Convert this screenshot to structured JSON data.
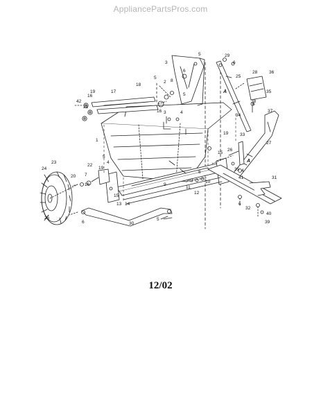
{
  "watermark": "AppliancePartsPros.com",
  "date_code": "12/02",
  "callouts": [
    {
      "id": "c1",
      "text": "1"
    },
    {
      "id": "c2",
      "text": "2"
    },
    {
      "id": "c3",
      "text": "3"
    },
    {
      "id": "c3b",
      "text": "3"
    },
    {
      "id": "c4",
      "text": "4"
    },
    {
      "id": "c4b",
      "text": "4"
    },
    {
      "id": "c4c",
      "text": "4"
    },
    {
      "id": "c5",
      "text": "5"
    },
    {
      "id": "c5b",
      "text": "5"
    },
    {
      "id": "c5c",
      "text": "5"
    },
    {
      "id": "c5d",
      "text": "5"
    },
    {
      "id": "c5e",
      "text": "5"
    },
    {
      "id": "c6",
      "text": "6"
    },
    {
      "id": "c6b",
      "text": "6"
    },
    {
      "id": "c6c",
      "text": "6"
    },
    {
      "id": "c6d",
      "text": "6"
    },
    {
      "id": "c6e",
      "text": "6"
    },
    {
      "id": "c7",
      "text": "7"
    },
    {
      "id": "c8",
      "text": "8"
    },
    {
      "id": "c8b",
      "text": "8"
    },
    {
      "id": "c9",
      "text": "9"
    },
    {
      "id": "c10",
      "text": "10"
    },
    {
      "id": "c11",
      "text": "11"
    },
    {
      "id": "c12",
      "text": "12"
    },
    {
      "id": "c13",
      "text": "13"
    },
    {
      "id": "c14",
      "text": "14"
    },
    {
      "id": "c15",
      "text": "15"
    },
    {
      "id": "c15b",
      "text": "15"
    },
    {
      "id": "c16",
      "text": "16"
    },
    {
      "id": "c16b",
      "text": "16"
    },
    {
      "id": "c16c",
      "text": "16"
    },
    {
      "id": "c17",
      "text": "17"
    },
    {
      "id": "c18",
      "text": "18"
    },
    {
      "id": "c19",
      "text": "19"
    },
    {
      "id": "c19b",
      "text": "19"
    },
    {
      "id": "c19c",
      "text": "19"
    },
    {
      "id": "c20",
      "text": "20"
    },
    {
      "id": "c21",
      "text": "21"
    },
    {
      "id": "c22",
      "text": "22"
    },
    {
      "id": "c23",
      "text": "23"
    },
    {
      "id": "c24",
      "text": "24"
    },
    {
      "id": "c25",
      "text": "25"
    },
    {
      "id": "c25b",
      "text": "25"
    },
    {
      "id": "c26",
      "text": "26"
    },
    {
      "id": "c27",
      "text": "27"
    },
    {
      "id": "c28",
      "text": "28"
    },
    {
      "id": "c29",
      "text": "29"
    },
    {
      "id": "c30",
      "text": "30"
    },
    {
      "id": "c31",
      "text": "31"
    },
    {
      "id": "c32",
      "text": "32"
    },
    {
      "id": "c33",
      "text": "33"
    },
    {
      "id": "c34",
      "text": "34"
    },
    {
      "id": "c35",
      "text": "35"
    },
    {
      "id": "c35b",
      "text": "35"
    },
    {
      "id": "c36",
      "text": "36"
    },
    {
      "id": "c37",
      "text": "37"
    },
    {
      "id": "c38",
      "text": "38"
    },
    {
      "id": "c39",
      "text": "39"
    },
    {
      "id": "c40",
      "text": "40"
    },
    {
      "id": "c41",
      "text": "41"
    },
    {
      "id": "c42",
      "text": "42"
    },
    {
      "id": "cA1",
      "text": "A"
    },
    {
      "id": "cA2",
      "text": "A"
    }
  ]
}
